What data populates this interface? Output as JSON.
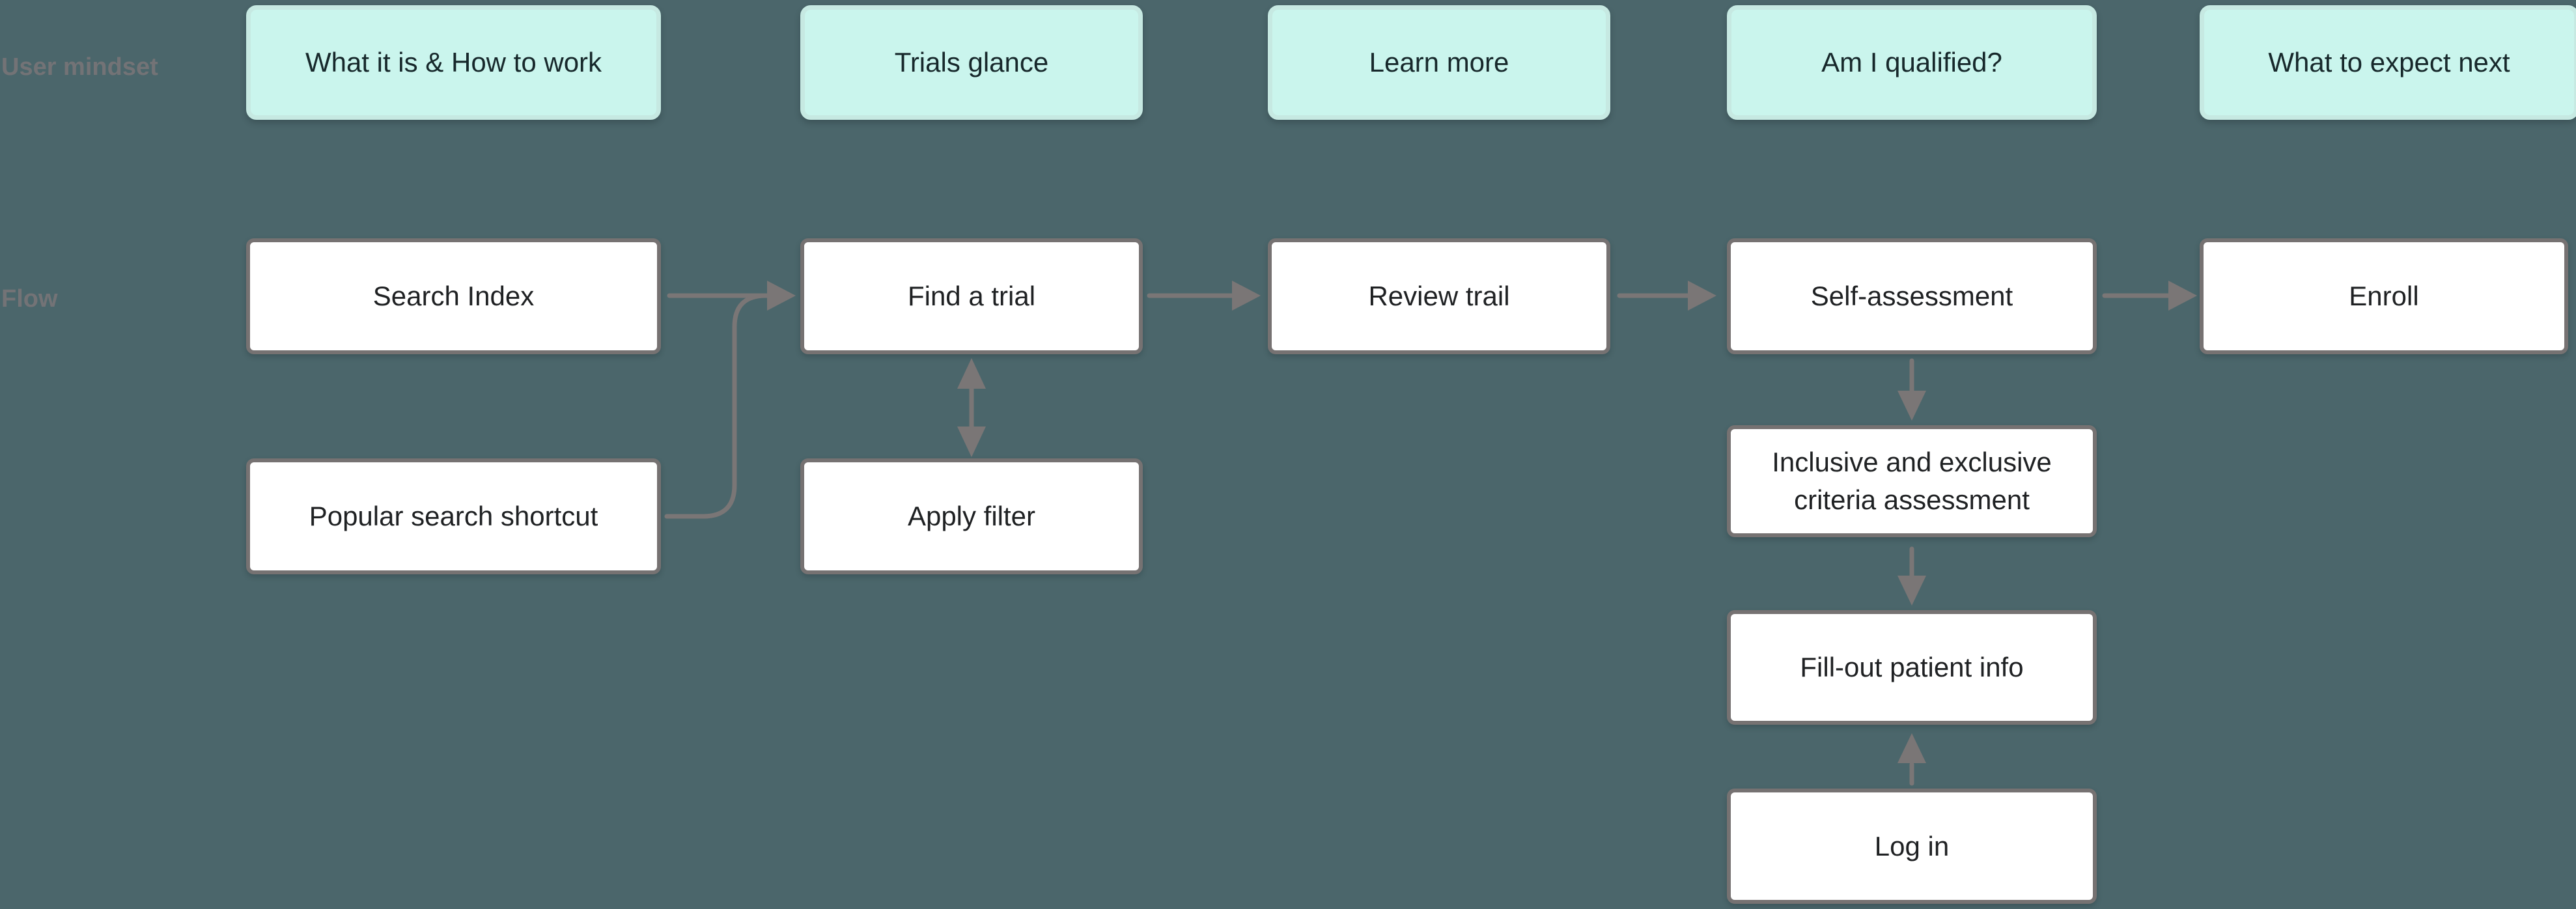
{
  "row_labels": {
    "mindset": "User mindset",
    "flow": "Flow"
  },
  "mindset_cards": [
    "What it is & How to work",
    "Trials glance",
    "Learn more",
    "Am I qualified?",
    "What to expect next"
  ],
  "flow_nodes": [
    "Search Index",
    "Find a trial",
    "Review trail",
    "Self-assessment",
    "Enroll"
  ],
  "sub_nodes": [
    "Popular search shortcut",
    "Apply filter",
    "Inclusive and exclusive criteria assessment",
    "Fill-out patient info",
    "Log in"
  ],
  "edges": [
    {
      "from": "Search Index",
      "to": "Find a trial",
      "style": "arrow-right"
    },
    {
      "from": "Popular search shortcut",
      "to": "Find a trial",
      "style": "curved-merge-arrow"
    },
    {
      "from": "Find a trial",
      "to": "Apply filter",
      "style": "double-arrow-vertical"
    },
    {
      "from": "Find a trial",
      "to": "Review trail",
      "style": "arrow-right"
    },
    {
      "from": "Review trail",
      "to": "Self-assessment",
      "style": "arrow-right"
    },
    {
      "from": "Self-assessment",
      "to": "Enroll",
      "style": "arrow-right"
    },
    {
      "from": "Self-assessment",
      "to": "Inclusive and exclusive criteria assessment",
      "style": "arrow-down"
    },
    {
      "from": "Inclusive and exclusive criteria assessment",
      "to": "Fill-out patient info",
      "style": "arrow-down"
    },
    {
      "from": "Log in",
      "to": "Fill-out patient info",
      "style": "arrow-up"
    }
  ],
  "colors": {
    "background": "#4B666B",
    "mindset_card_fill": "#CAF5ED",
    "mindset_card_border": "#C6E9E2",
    "flow_node_fill": "#FFFFFF",
    "flow_node_border": "#767272",
    "connector": "#7A7676",
    "row_label": "#737376",
    "card_text": "#17282B",
    "node_text": "#1F2123"
  }
}
